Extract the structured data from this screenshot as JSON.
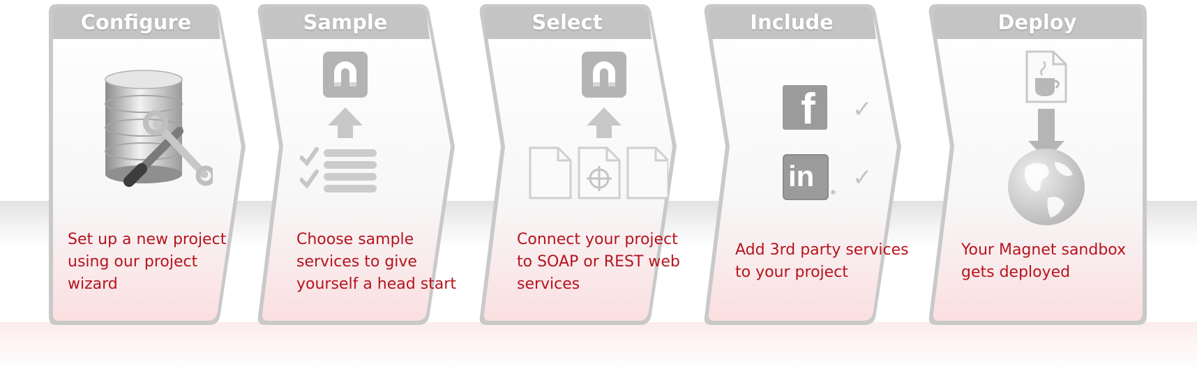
{
  "steps": [
    {
      "title": "Configure",
      "desc": [
        "Set up a new project",
        "using our project",
        "wizard"
      ],
      "icon": "database-wrench-icon"
    },
    {
      "title": "Sample",
      "desc": [
        "Choose sample",
        "services to give",
        "yourself a head start"
      ],
      "icon": "magnet-checklist-icon"
    },
    {
      "title": "Select",
      "desc": [
        "Connect your project",
        "to SOAP or REST web",
        "services"
      ],
      "icon": "magnet-documents-icon"
    },
    {
      "title": "Include",
      "desc": [
        "Add 3rd party services",
        "to your project"
      ],
      "icon": "social-services-icon",
      "badges": {
        "facebook": "f",
        "linkedin": "in"
      }
    },
    {
      "title": "Deploy",
      "desc": [
        "Your Magnet sandbox",
        "gets deployed"
      ],
      "icon": "java-globe-icon"
    }
  ],
  "colors": {
    "text": "#b5141e",
    "tab": "#c4c4c4",
    "icon": "#b9b9b9"
  }
}
